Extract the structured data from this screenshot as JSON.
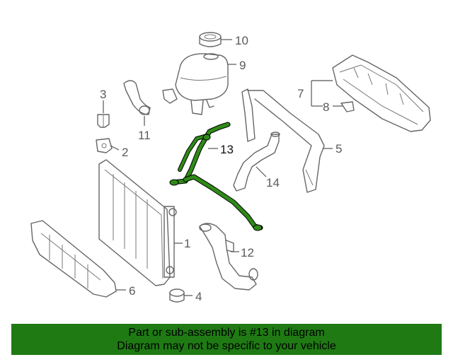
{
  "callouts": {
    "c1": "1",
    "c2": "2",
    "c3": "3",
    "c4": "4",
    "c5": "5",
    "c6": "6",
    "c7": "7",
    "c8": "8",
    "c9": "9",
    "c10": "10",
    "c11": "11",
    "c12": "12",
    "c13": "13",
    "c14": "14"
  },
  "banner": {
    "line1": "Part or sub-assembly is #13 in diagram",
    "line2": "Diagram may not be specific to your vehicle"
  },
  "colors": {
    "highlight": "#2e8b17",
    "banner": "#1f7a14"
  }
}
